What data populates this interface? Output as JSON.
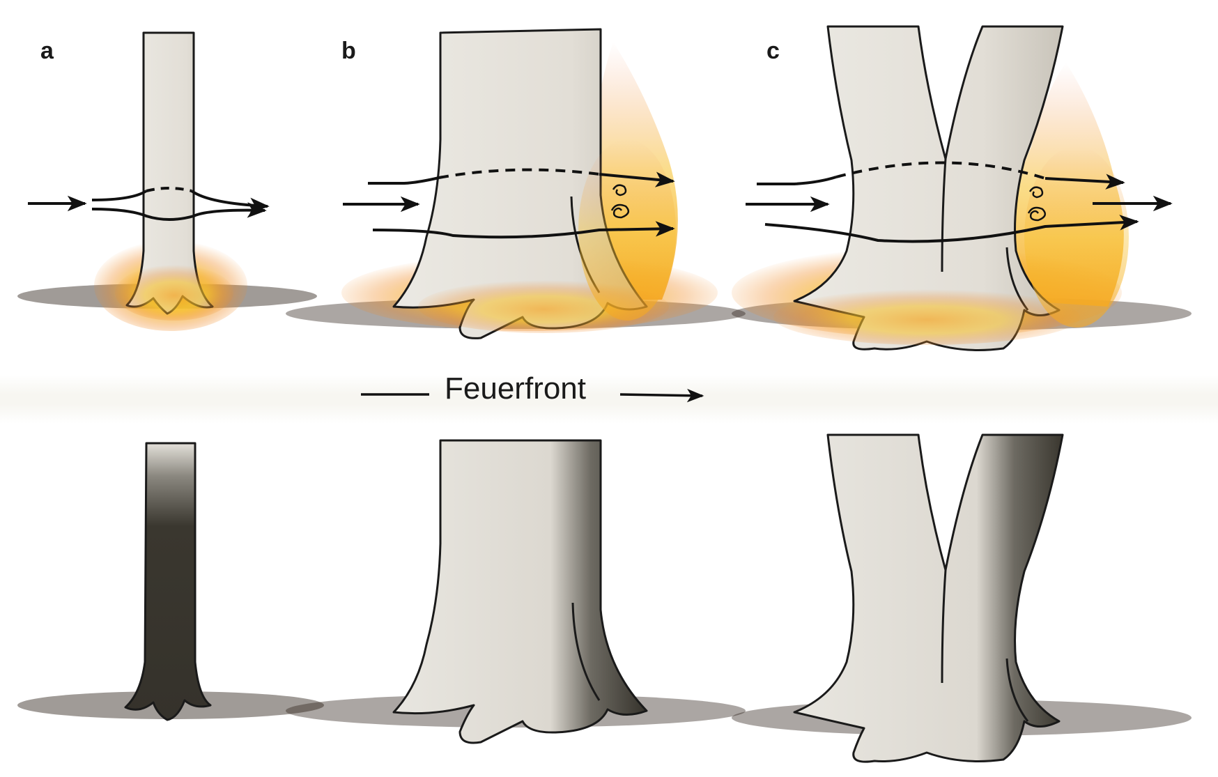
{
  "panels": [
    {
      "label": "a"
    },
    {
      "label": "b"
    },
    {
      "label": "c"
    }
  ],
  "fire_front": {
    "label": "Feuerfront"
  },
  "colors": {
    "bark": "#e6e3dc",
    "bark_shadow": "#c9c4ba",
    "outline": "#1a1a1a",
    "char": "#3a372f",
    "flame_yellow": "#f7c12a",
    "flame_orange": "#f08a24",
    "flame_red": "#e9603a",
    "litter": "#2c2118"
  }
}
